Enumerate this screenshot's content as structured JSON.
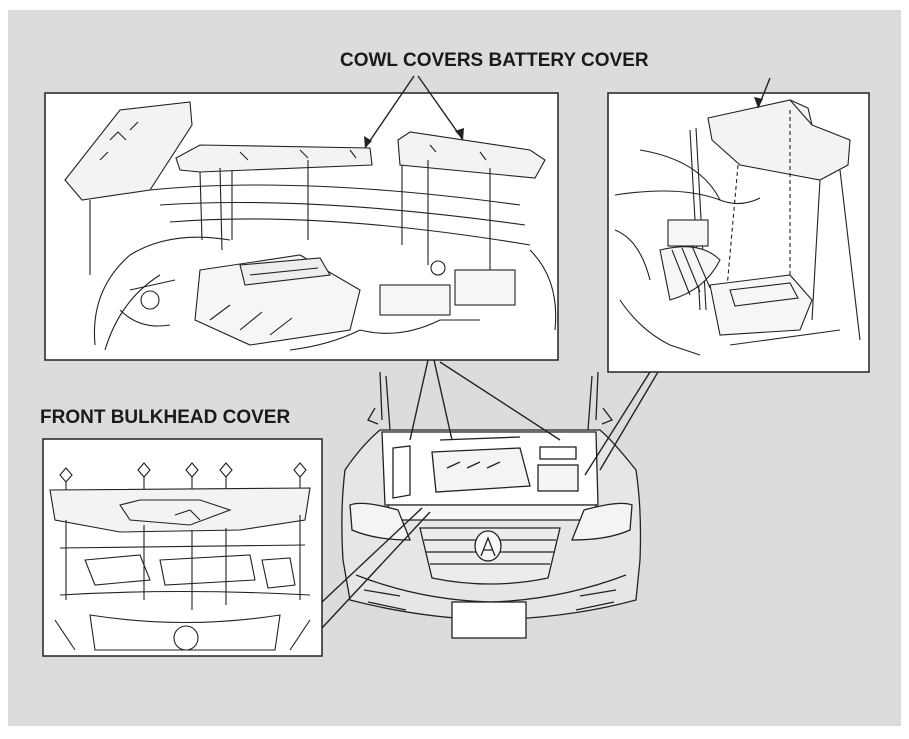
{
  "labels": {
    "cowl_covers": "COWL COVERS",
    "battery_cover": "BATTERY COVER",
    "front_bulkhead_cover": "FRONT BULKHEAD COVER"
  },
  "colors": {
    "background": "#dcdcdc",
    "panel": "#ffffff",
    "line": "#222222",
    "outer_border": "#cfcfcf"
  }
}
